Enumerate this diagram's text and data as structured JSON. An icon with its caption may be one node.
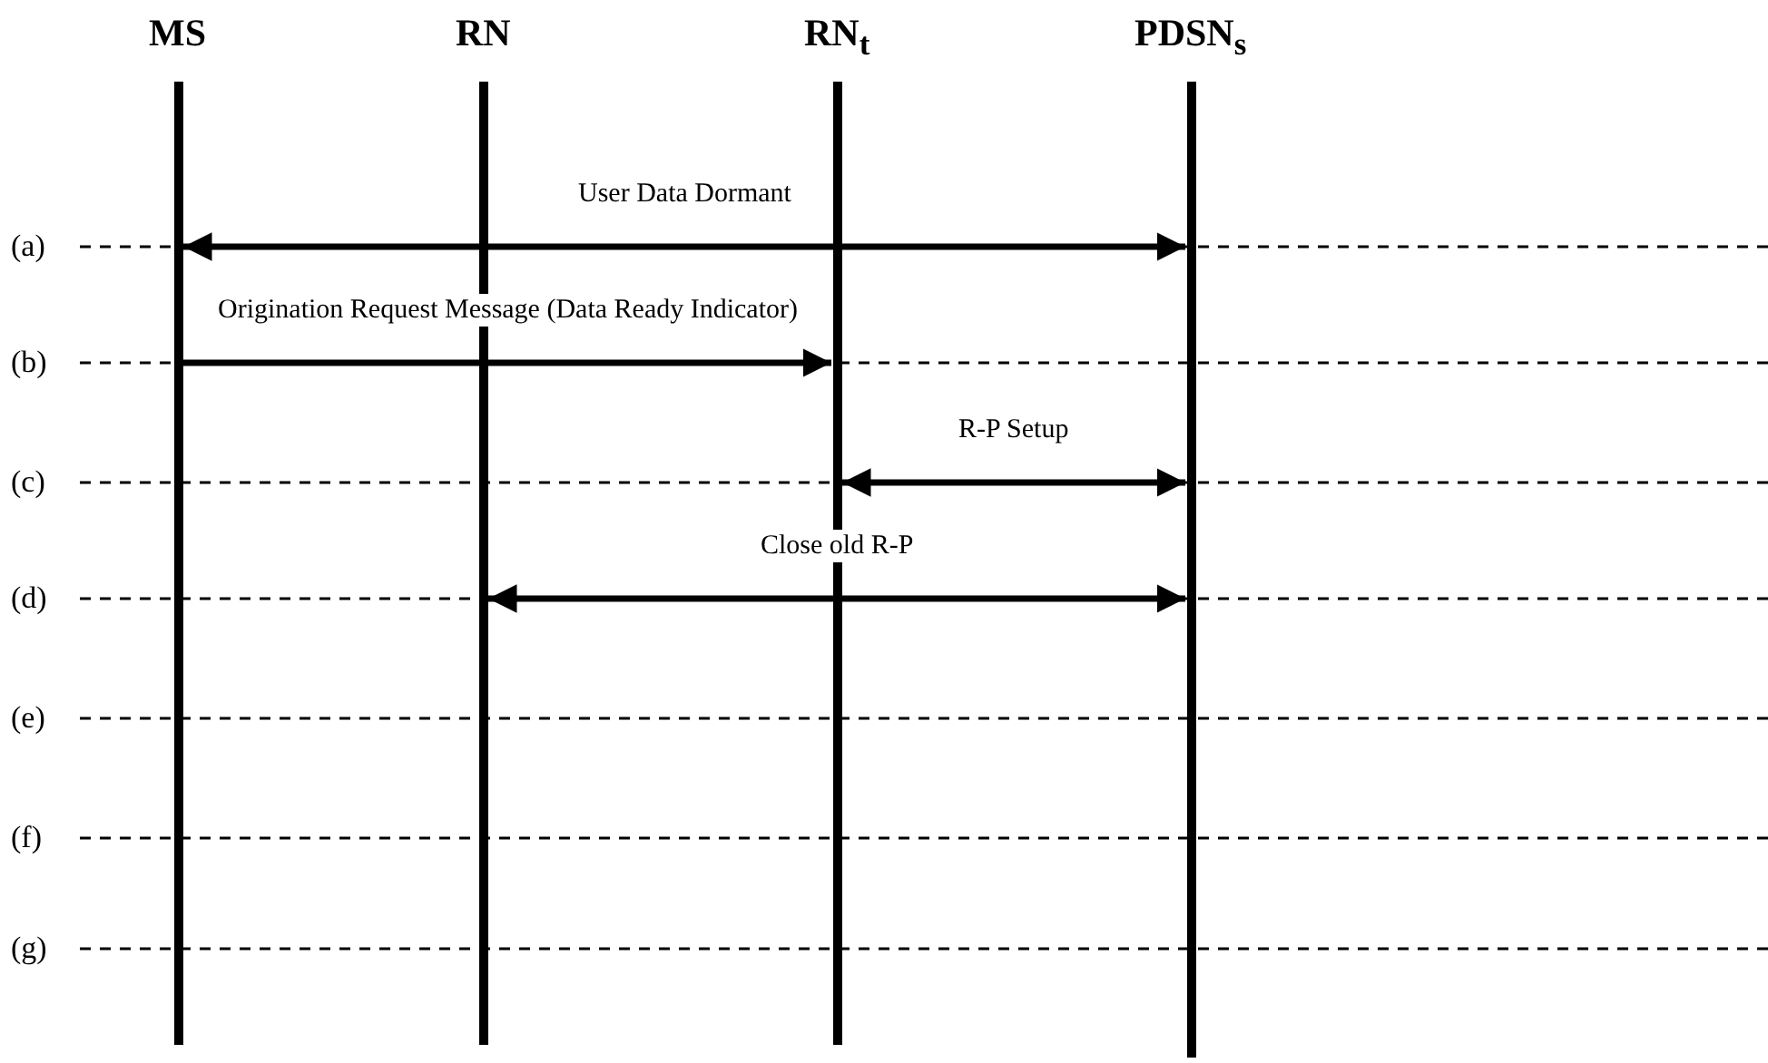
{
  "diagram": {
    "nodes": [
      {
        "text": [
          "MS"
        ]
      },
      {
        "text": [
          "RN"
        ]
      },
      {
        "text": [
          "RN$_{t}$"
        ]
      },
      {
        "text": [
          "PDSN$_{s}$"
        ]
      }
    ],
    "edges": [
      {
        "from": 0,
        "to": 3,
        "arrow": "both",
        "label": "User Data Dormant"
      },
      {
        "from": 0,
        "to": 2,
        "arrow": "to",
        "label": "Origination Request Message (Data Ready Indicator)"
      },
      {
        "from": 2,
        "to": 3,
        "arrow": "both",
        "label": "R-P Setup"
      },
      {
        "from": 1,
        "to": 3,
        "arrow": "both",
        "label": "Close old R-P"
      }
    ],
    "labels": [
      "(a)",
      "(b)",
      "(c)",
      "(d)",
      "(e)",
      "(f)",
      "(g)"
    ]
  }
}
